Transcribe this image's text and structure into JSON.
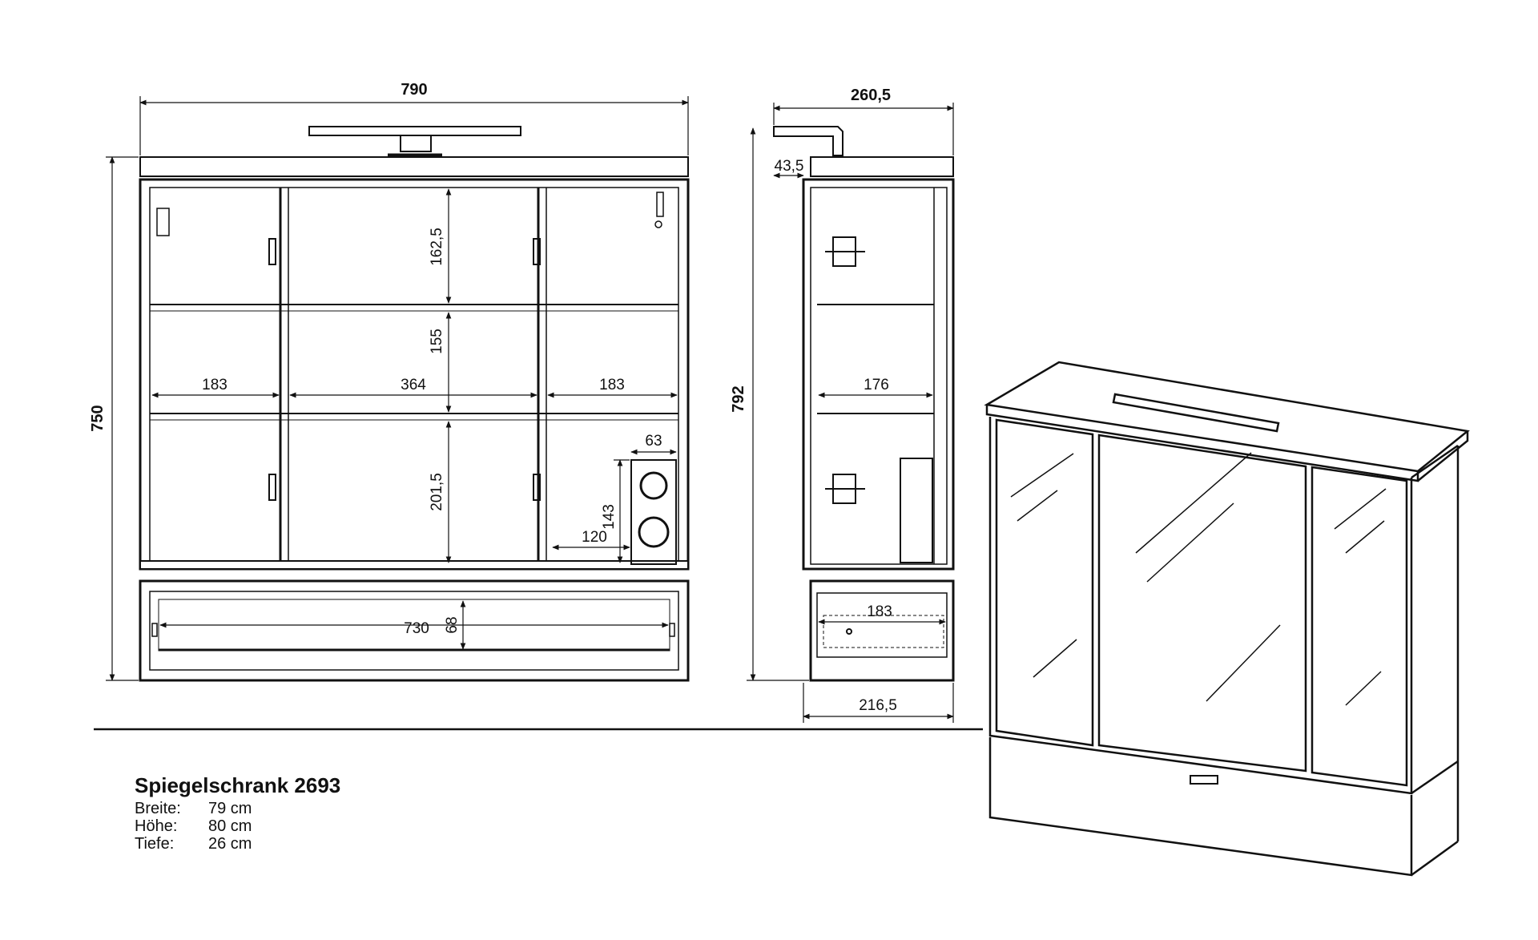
{
  "product": {
    "title": "Spiegelschrank 2693",
    "specs": [
      {
        "label": "Breite:",
        "value": "79 cm"
      },
      {
        "label": "Höhe:",
        "value": "80 cm"
      },
      {
        "label": "Tiefe:",
        "value": "26 cm"
      }
    ]
  },
  "front_view": {
    "width": "790",
    "height": "750",
    "compartment_left": "183",
    "compartment_middle": "364",
    "compartment_right": "183",
    "shelf_top": "162,5",
    "shelf_middle": "155",
    "shelf_bottom": "201,5",
    "socket_width": "63",
    "socket_height": "143",
    "socket_offset": "120",
    "drawer_width": "730",
    "drawer_height": "68"
  },
  "side_view": {
    "depth_total": "260,5",
    "lamp_offset": "43,5",
    "height": "792",
    "inner_depth": "176",
    "drawer_depth": "183",
    "body_depth": "216,5"
  },
  "colors": {
    "line": "#111111",
    "background": "#ffffff"
  }
}
